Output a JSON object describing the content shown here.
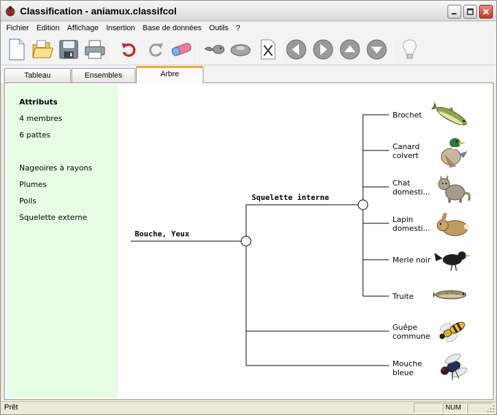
{
  "window": {
    "title": "Classification - aniamux.classifcol"
  },
  "menu": [
    "Fichier",
    "Edition",
    "Affichage",
    "Insertion",
    "Base de données",
    "Outils",
    "?"
  ],
  "toolbar": {
    "icons": [
      "new-document-icon",
      "open-folder-icon",
      "save-disk-icon",
      "print-icon",
      "undo-icon",
      "redo-icon",
      "eraser-icon",
      "tadpole-icon",
      "pebble-icon",
      "delete-x-icon",
      "arrow-left-icon",
      "arrow-right-icon",
      "arrow-up-icon",
      "arrow-down-icon",
      "lightbulb-icon"
    ]
  },
  "tabs": [
    {
      "label": "Tableau",
      "active": false
    },
    {
      "label": "Ensembles",
      "active": false
    },
    {
      "label": "Arbre",
      "active": true
    }
  ],
  "attributes": {
    "heading": "Attributs",
    "items": [
      "4 membres",
      "6 pattes",
      "Nageoires à rayons",
      "Plumes",
      "Poils",
      "Squelette externe"
    ]
  },
  "tree": {
    "root_label": "Bouche, Yeux",
    "inner_label": "Squelette interne",
    "leaves": [
      {
        "label": "Brochet",
        "image": "pike-fish"
      },
      {
        "label": "Canard\ncolvert",
        "image": "mallard-duck"
      },
      {
        "label": "Chat\ndomesti...",
        "image": "cat"
      },
      {
        "label": "Lapin\ndomesti...",
        "image": "rabbit"
      },
      {
        "label": "Merle noir",
        "image": "blackbird"
      },
      {
        "label": "Truite",
        "image": "trout"
      },
      {
        "label": "Guêpe\ncommune",
        "image": "wasp"
      },
      {
        "label": "Mouche\nbleue",
        "image": "fly"
      }
    ]
  },
  "status": {
    "text": "Prêt",
    "num": "NUM"
  },
  "colors": {
    "attr_panel_bg": "#e6fde4",
    "active_tab_accent": "#f4a72b",
    "nav_button": "#9a9a9a"
  }
}
